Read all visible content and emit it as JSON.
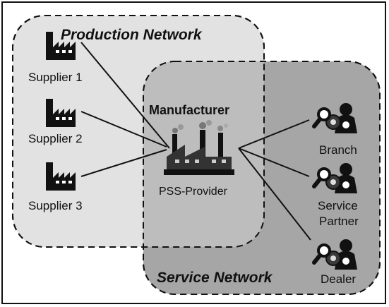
{
  "regions": {
    "production": {
      "title": "Production Network"
    },
    "service": {
      "title": "Service Network"
    }
  },
  "manufacturer": {
    "title": "Manufacturer",
    "subtitle": "PSS-Provider",
    "icon": "factory-smoke-icon"
  },
  "suppliers": [
    {
      "label": "Supplier 1",
      "icon": "factory-icon"
    },
    {
      "label": "Supplier 2",
      "icon": "factory-icon"
    },
    {
      "label": "Supplier 3",
      "icon": "factory-icon"
    }
  ],
  "service_nodes": [
    {
      "label": "Branch",
      "icon": "service-tools-icon"
    },
    {
      "label_line1": "Service",
      "label_line2": "Partner",
      "icon": "service-tools-icon"
    },
    {
      "label": "Dealer",
      "icon": "service-tools-icon"
    }
  ],
  "colors": {
    "production_fill": "#e2e2e2",
    "service_fill": "#a6a6a6",
    "overlap_fill": "#bdbdbd",
    "ink": "#111111"
  }
}
